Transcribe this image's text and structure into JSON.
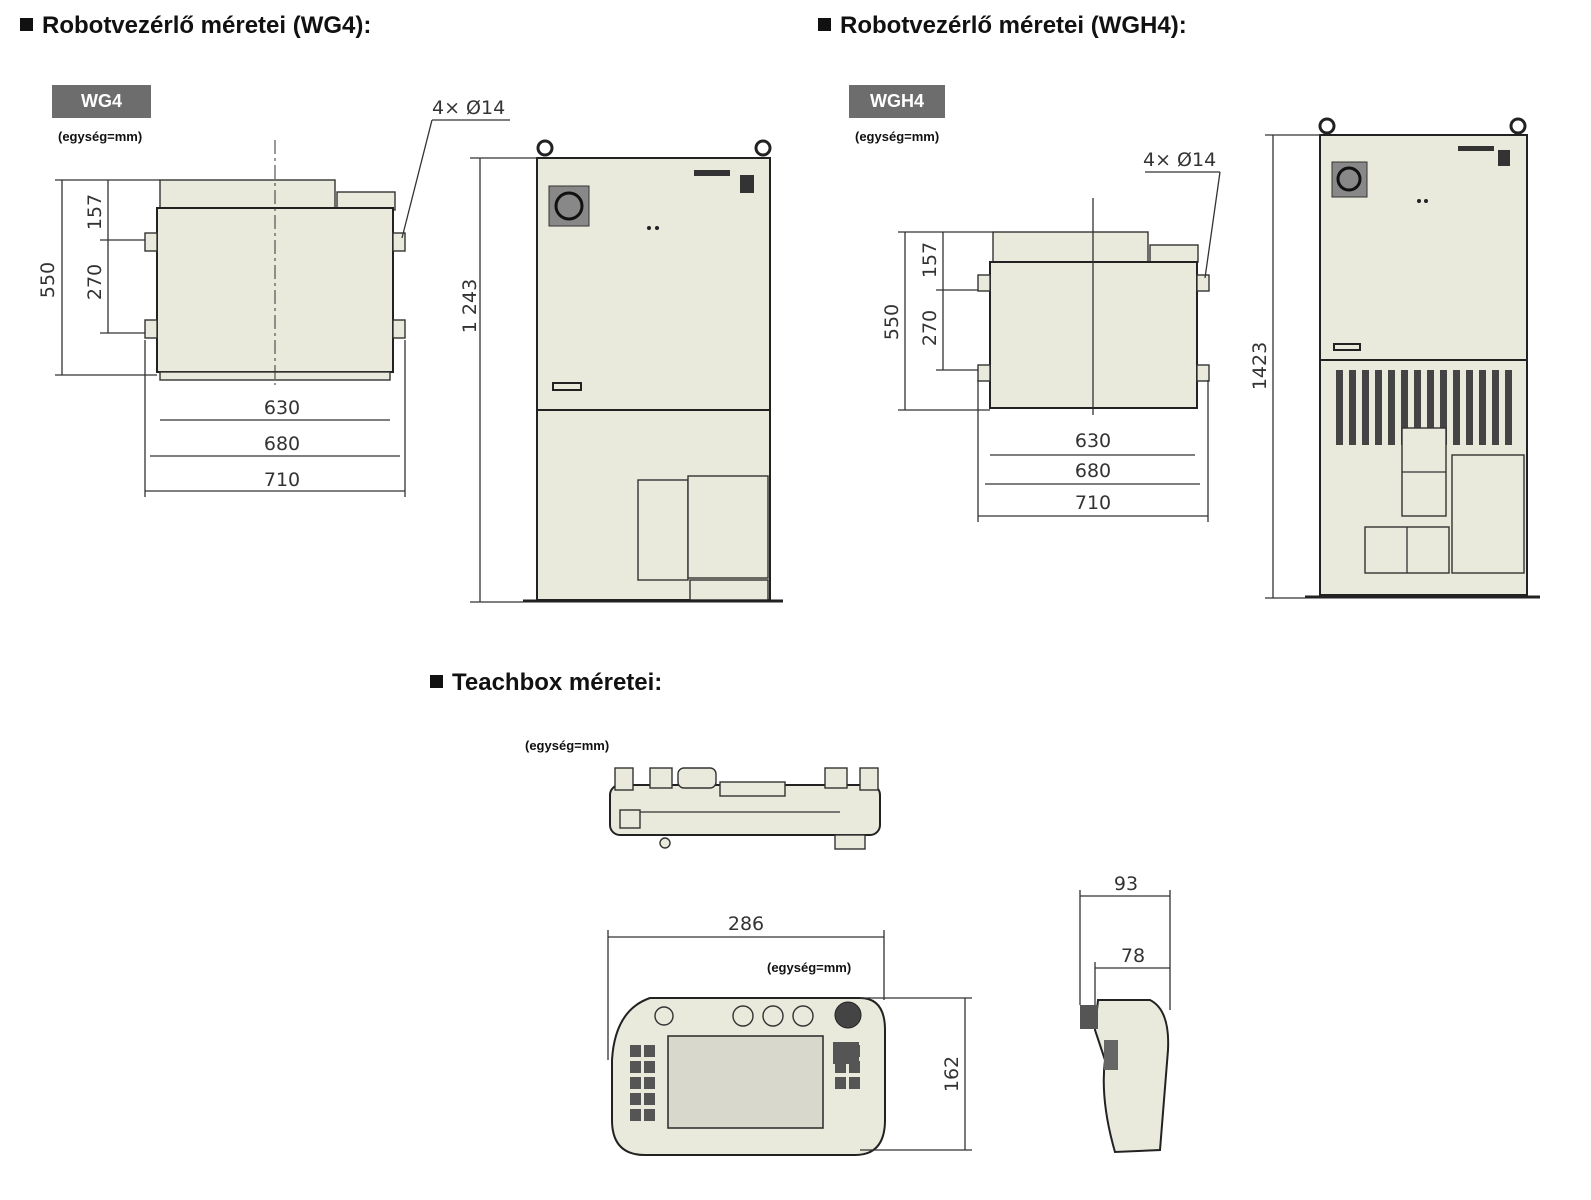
{
  "sections": {
    "wg4": {
      "heading": "Robotvezérlő méretei (WG4):",
      "badge": "WG4",
      "unit_note": "(egység=mm)",
      "dimensions": {
        "d157": "157",
        "d270": "270",
        "d550": "550",
        "d630": "630",
        "d680": "680",
        "d710": "710",
        "height": "1 243",
        "holes": "4× Ø14"
      }
    },
    "wgh4": {
      "heading": "Robotvezérlő méretei (WGH4):",
      "badge": "WGH4",
      "unit_note": "(egység=mm)",
      "dimensions": {
        "d157": "157",
        "d270": "270",
        "d550": "550",
        "d630": "630",
        "d680": "680",
        "d710": "710",
        "height": "1423",
        "holes": "4× Ø14"
      }
    },
    "teachbox": {
      "heading": "Teachbox méretei:",
      "unit_note_top": "(egység=mm)",
      "unit_note_front": "(egység=mm)",
      "dimensions": {
        "width": "286",
        "height": "162",
        "depth_total": "93",
        "depth_body": "78"
      }
    }
  },
  "colors": {
    "panel_fill": "#e9eadb",
    "badge": "#6d6d6d",
    "line": "#333333"
  }
}
